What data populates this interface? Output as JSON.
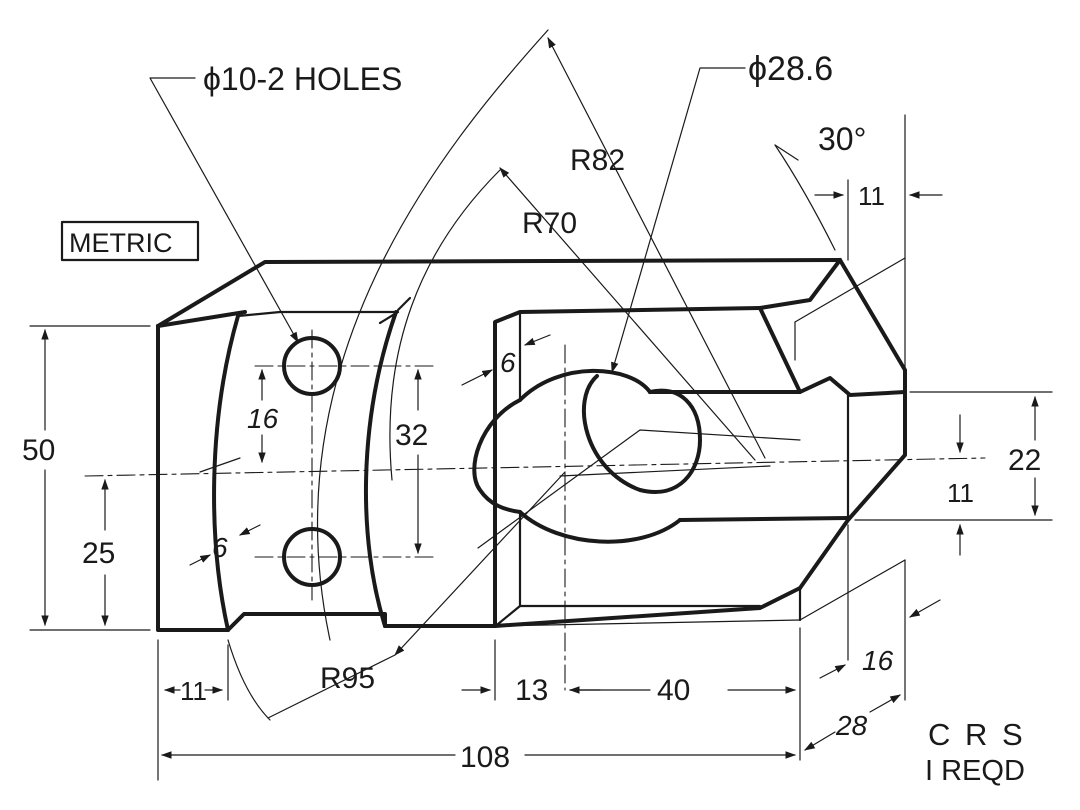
{
  "notes": {
    "metric": "METRIC",
    "material": "C R S",
    "quantity": "I REQD"
  },
  "callouts": {
    "holes": "ϕ10-2 HOLES",
    "bore": "ϕ28.6",
    "angle": "30°"
  },
  "dimensions": {
    "r82": "R82",
    "r70": "R70",
    "r95": "R95",
    "d50": "50",
    "d25": "25",
    "d16": "16",
    "d32": "32",
    "d6_left": "6",
    "d6_mid": "6",
    "d11_bottom": "11",
    "d13": "13",
    "d40": "40",
    "d108": "108",
    "d28": "28",
    "d16_right": "16",
    "d11_top": "11",
    "d22": "22",
    "d11_right": "11"
  }
}
